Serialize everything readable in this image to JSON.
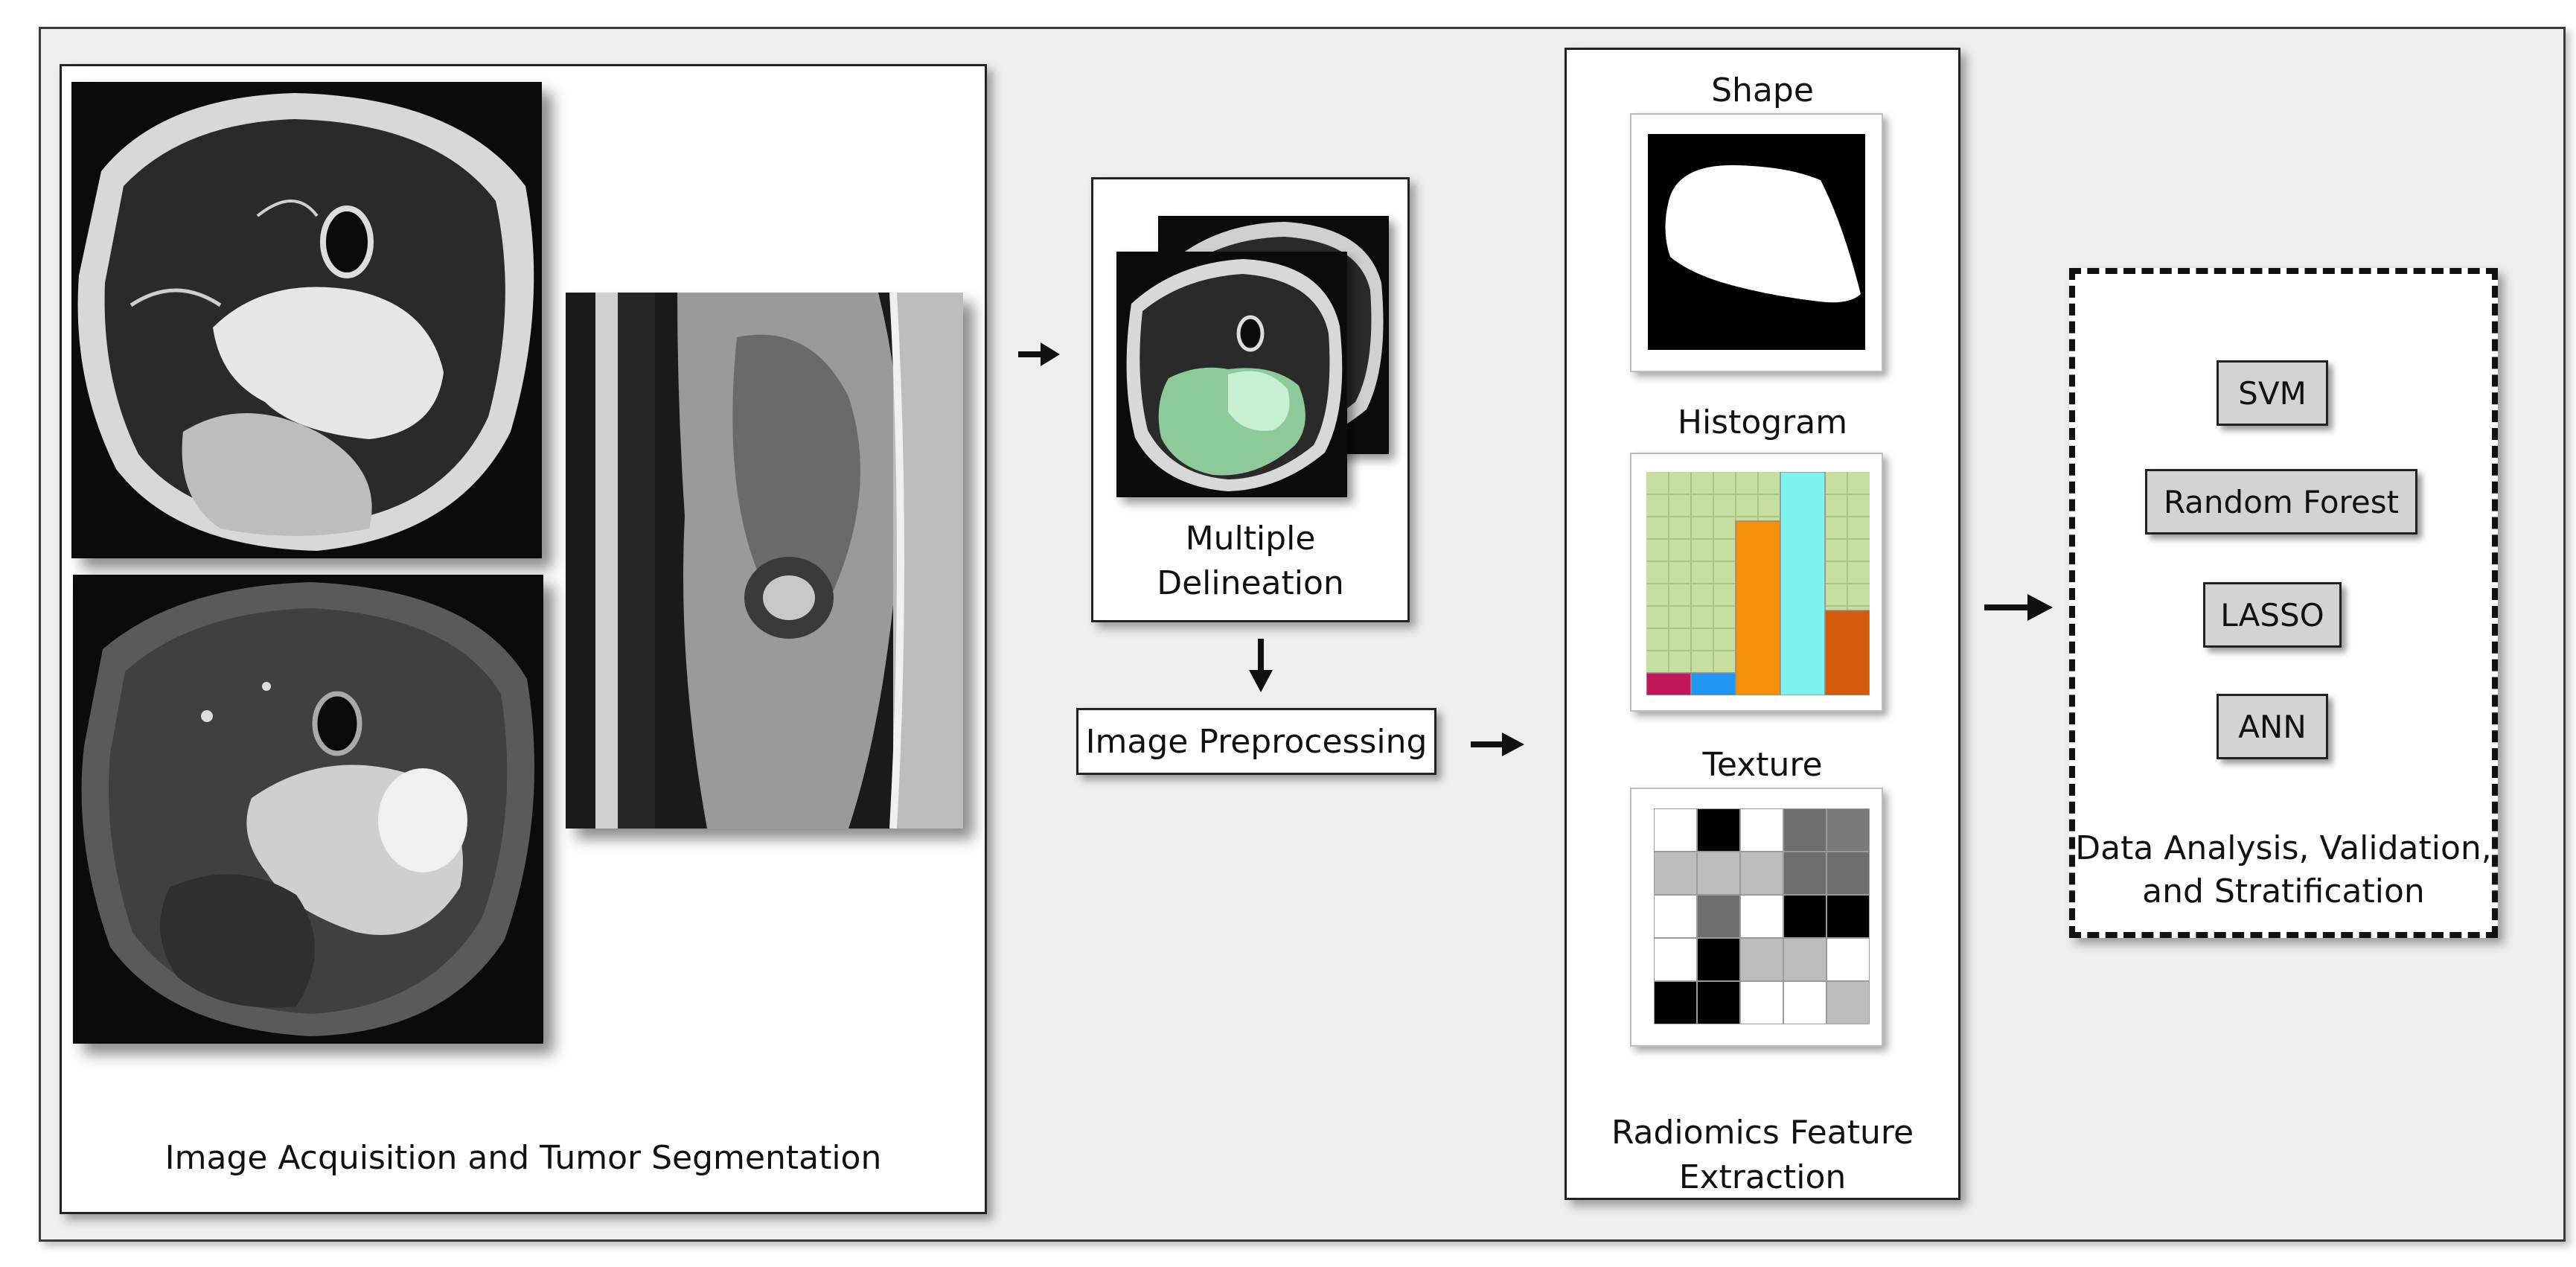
{
  "acquisition": {
    "caption": "Image Acquisition and Tumor Segmentation"
  },
  "delineation": {
    "line1": "Multiple",
    "line2": "Delineation"
  },
  "preprocessing": {
    "label": "Image Preprocessing"
  },
  "features": {
    "shape_title": "Shape",
    "histogram_title": "Histogram",
    "texture_title": "Texture",
    "caption_line1": "Radiomics Feature",
    "caption_line2": "Extraction",
    "histogram_bar_colors": [
      "#c2185b",
      "#2196f3",
      "#f5900a",
      "#7ef2ee",
      "#d55a0b"
    ],
    "histogram_bar_levels": [
      0.1,
      0.1,
      0.78,
      1.0,
      0.38
    ]
  },
  "analysis": {
    "methods": [
      "SVM",
      "Random Forest",
      "LASSO",
      "ANN"
    ],
    "caption_line1": "Data Analysis, Validation,",
    "caption_line2": "and Stratification"
  },
  "colors": {
    "frame_bg": "#eeeeee",
    "histogram_bg": "#c6dea2",
    "segmentation_overlay": "#9ee6b0",
    "method_fill": "#d3d3d3"
  }
}
